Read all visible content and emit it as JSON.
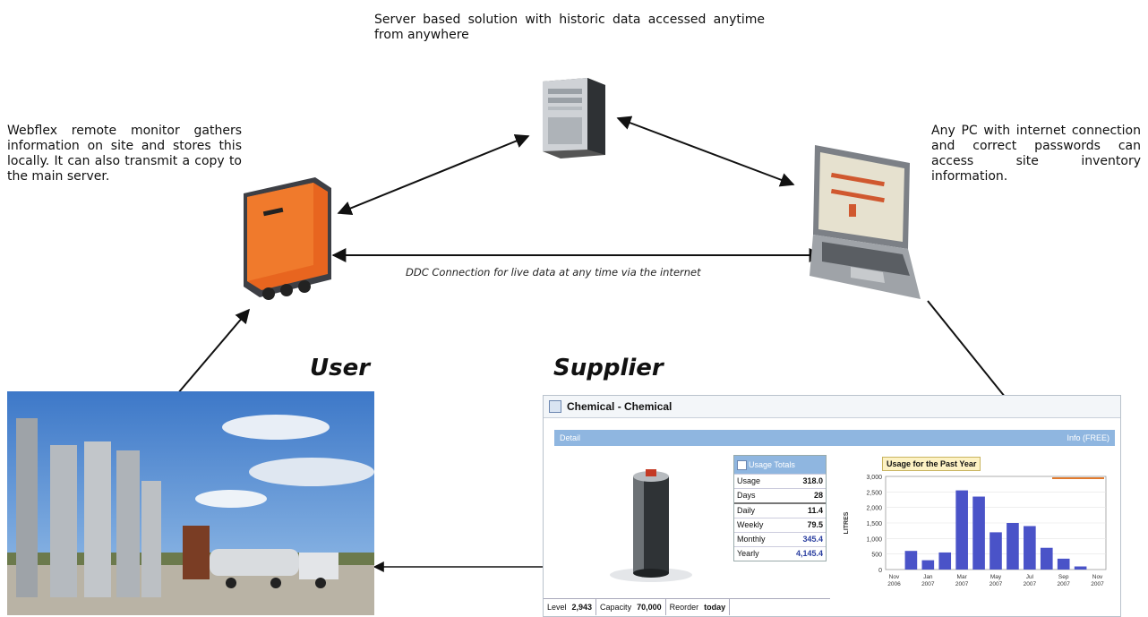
{
  "server_caption": "Server based solution with historic data accessed anytime from anywhere",
  "monitor_caption": "Webflex remote monitor gathers information on site and stores this locally. It can also transmit a copy to the main server.",
  "pc_caption": "Any PC with internet connection and correct passwords can access site inventory information.",
  "connection_label": "DDC Connection for live data at any time via the internet",
  "roles": {
    "user": "User",
    "supplier": "Supplier"
  },
  "dashboard": {
    "title": "Chemical - Chemical",
    "header_left": "Detail",
    "header_right": "Info (FREE)",
    "usage_header": "Usage Totals",
    "stats": [
      {
        "label": "Usage",
        "value": "318.0"
      },
      {
        "label": "Days",
        "value": "28"
      },
      {
        "label": "Daily",
        "value": "11.4"
      },
      {
        "label": "Weekly",
        "value": "79.5"
      },
      {
        "label": "Monthly",
        "value": "345.4"
      },
      {
        "label": "Yearly",
        "value": "4,145.4"
      }
    ],
    "footer": {
      "level_label": "Level",
      "level_value": "2,943",
      "capacity_label": "Capacity",
      "capacity_value": "70,000",
      "reorder_label": "Reorder",
      "reorder_value": "today"
    }
  },
  "chart_data": {
    "type": "bar",
    "title": "Usage for the Past Year",
    "ylabel": "LITRES",
    "ylim": [
      0,
      3000
    ],
    "yticks": [
      "3,000",
      "2,500",
      "2,000",
      "1,500",
      "1,000",
      "500",
      "0"
    ],
    "categories": [
      "Nov 2006",
      "Dec 2006",
      "Jan 2007",
      "Feb 2007",
      "Mar 2007",
      "Apr 2007",
      "May 2007",
      "Jun 2007",
      "Jul 2007",
      "Aug 2007",
      "Sep 2007",
      "Oct 2007",
      "Nov 2007"
    ],
    "xtick_labels": [
      "Nov 2006",
      "Jan 2007",
      "Mar 2007",
      "May 2007",
      "Jul 2007",
      "Sep 2007",
      "Nov 2007"
    ],
    "values": [
      0,
      600,
      300,
      550,
      2550,
      2350,
      1200,
      1500,
      1400,
      700,
      350,
      100,
      0
    ],
    "bar_color": "#4a53c8"
  }
}
